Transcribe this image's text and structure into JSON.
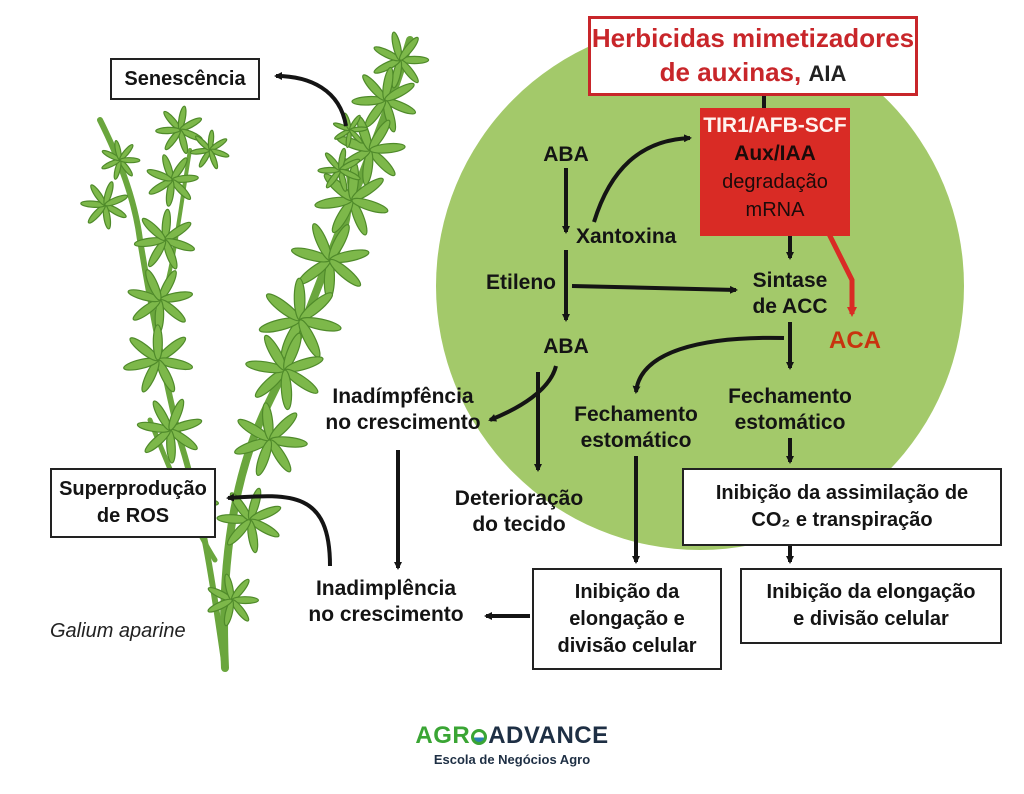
{
  "herbicide": {
    "line1": "Herbicidas mimetizadores",
    "line2": "de auxinas,",
    "tag": "AIA"
  },
  "receptor": {
    "line1": "TIR1/AFB-SCF",
    "line2": "Aux/IAA",
    "line3": "degradação",
    "line4": "mRNA"
  },
  "nodes": {
    "aba_top": "ABA",
    "xantoxina": "Xantoxina",
    "etileno": "Etileno",
    "sintase_1": "Sintase",
    "sintase_2": "de ACC",
    "aca": "ACA",
    "aba_mid": "ABA",
    "inad_top_1": "Inadímpfência",
    "inad_top_2": "no crescimento",
    "fech_left_1": "Fechamento",
    "fech_left_2": "estomático",
    "fech_right_1": "Fechamento",
    "fech_right_2": "estomático",
    "deter_1": "Deterioração",
    "deter_2": "do tecido",
    "inad_bottom_1": "Inadimplência",
    "inad_bottom_2": "no crescimento"
  },
  "boxes": {
    "senescencia": "Senescência",
    "superproducao_1": "Superprodução",
    "superproducao_2": "de ROS",
    "inibicao_co2_1": "Inibição da assimilação de",
    "inibicao_co2_2": "CO₂ e transpiração",
    "inibicao_center_1": "Inibição da",
    "inibicao_center_2": "elongação e",
    "inibicao_center_3": "divisão celular",
    "inibicao_right_1": "Inibição da elongação",
    "inibicao_right_2": "e divisão celular"
  },
  "species": "Galium aparine",
  "logo": {
    "part1": "AGR",
    "part2": "ADVANCE",
    "tagline": "Escola de Negócios Agro"
  },
  "colors": {
    "circle": "#a3c96a",
    "red": "#d92b25",
    "plant": "#7db84a",
    "plant_dark": "#4f8a2a"
  },
  "icons": {
    "logo_o": "globe-o-icon"
  }
}
